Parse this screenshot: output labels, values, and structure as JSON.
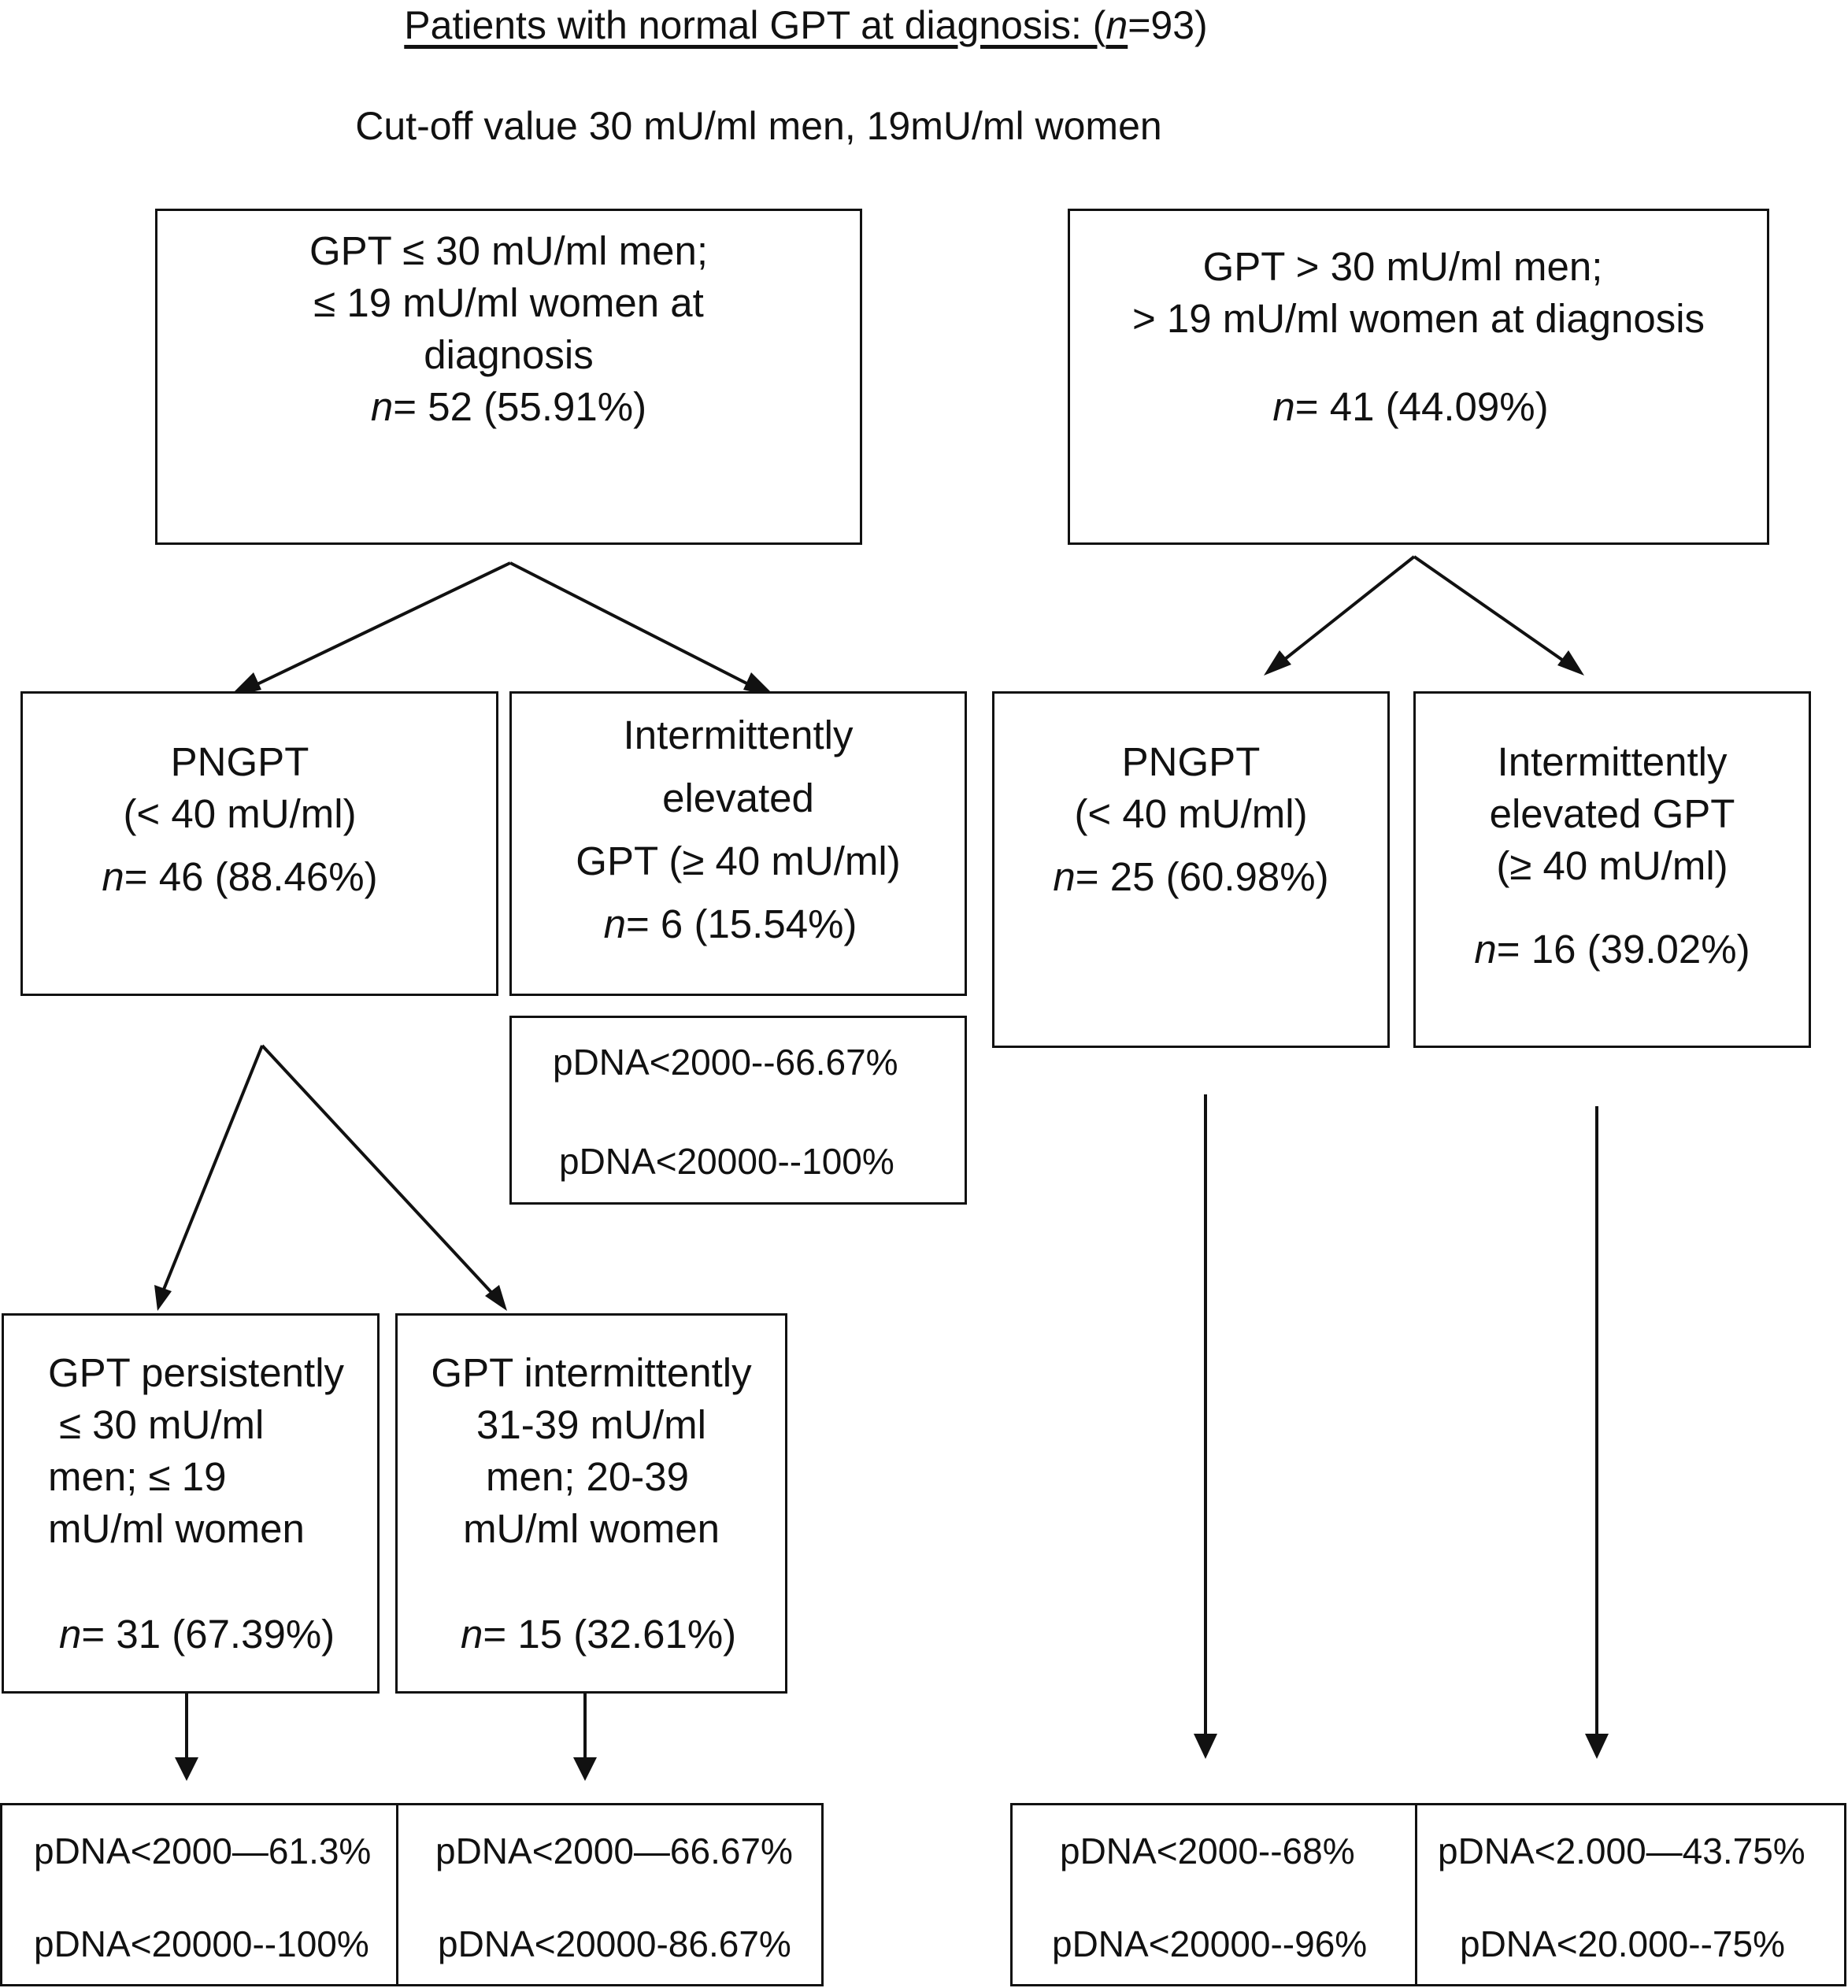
{
  "header": {
    "title_underlined": "Patients with normal GPT at diagnosis: (",
    "title_n": "n",
    "title_rest": "=93)",
    "cutoff": "Cut-off value 30 mU/ml men, 19mU/ml women"
  },
  "n_symbol": "n",
  "level1": {
    "left": {
      "line1": "GPT ≤ 30 mU/ml men;",
      "line2": "≤ 19 mU/ml women at",
      "line3": "diagnosis",
      "count": "= 52 (55.91%)"
    },
    "right": {
      "line1": "GPT > 30 mU/ml men;",
      "line2": "> 19 mU/ml women at diagnosis",
      "count": "= 41 (44.09%)"
    }
  },
  "level2": {
    "a": {
      "line1": "PNGPT",
      "line2": "(< 40 mU/ml)",
      "count": "= 46 (88.46%)"
    },
    "b": {
      "line1": "Intermittently",
      "line2": "elevated",
      "line3": "GPT (≥ 40 mU/ml)",
      "count": "= 6 (15.54%)"
    },
    "c": {
      "line1": "PNGPT",
      "line2": "(< 40 mU/ml)",
      "count": "= 25 (60.98%)"
    },
    "d": {
      "line1": "Intermittently",
      "line2": "elevated GPT",
      "line3": "(≥ 40 mU/ml)",
      "count": "= 16 (39.02%)"
    }
  },
  "pdna_b": {
    "line1": "pDNA<2000--66.67%",
    "line2": "pDNA<20000--100%"
  },
  "level3": {
    "a": {
      "line1": "GPT persistently",
      "line2": "≤ 30 mU/ml",
      "line3": "men; ≤ 19",
      "line4": "mU/ml women",
      "count": "= 31 (67.39%)"
    },
    "b": {
      "line1": "GPT intermittently",
      "line2": "31-39 mU/ml",
      "line3": "men; 20-39",
      "line4": "mU/ml women",
      "count": "= 15 (32.61%)"
    }
  },
  "bottom": {
    "a": {
      "line1": "pDNA<2000—61.3%",
      "line2": "pDNA<20000--100%"
    },
    "b": {
      "line1": "pDNA<2000—66.67%",
      "line2": "pDNA<20000-86.67%"
    },
    "c": {
      "line1": "pDNA<2000--68%",
      "line2": "pDNA<20000--96%"
    },
    "d": {
      "line1": "pDNA<2.000—43.75%",
      "line2": "pDNA<20.000--75%"
    }
  }
}
